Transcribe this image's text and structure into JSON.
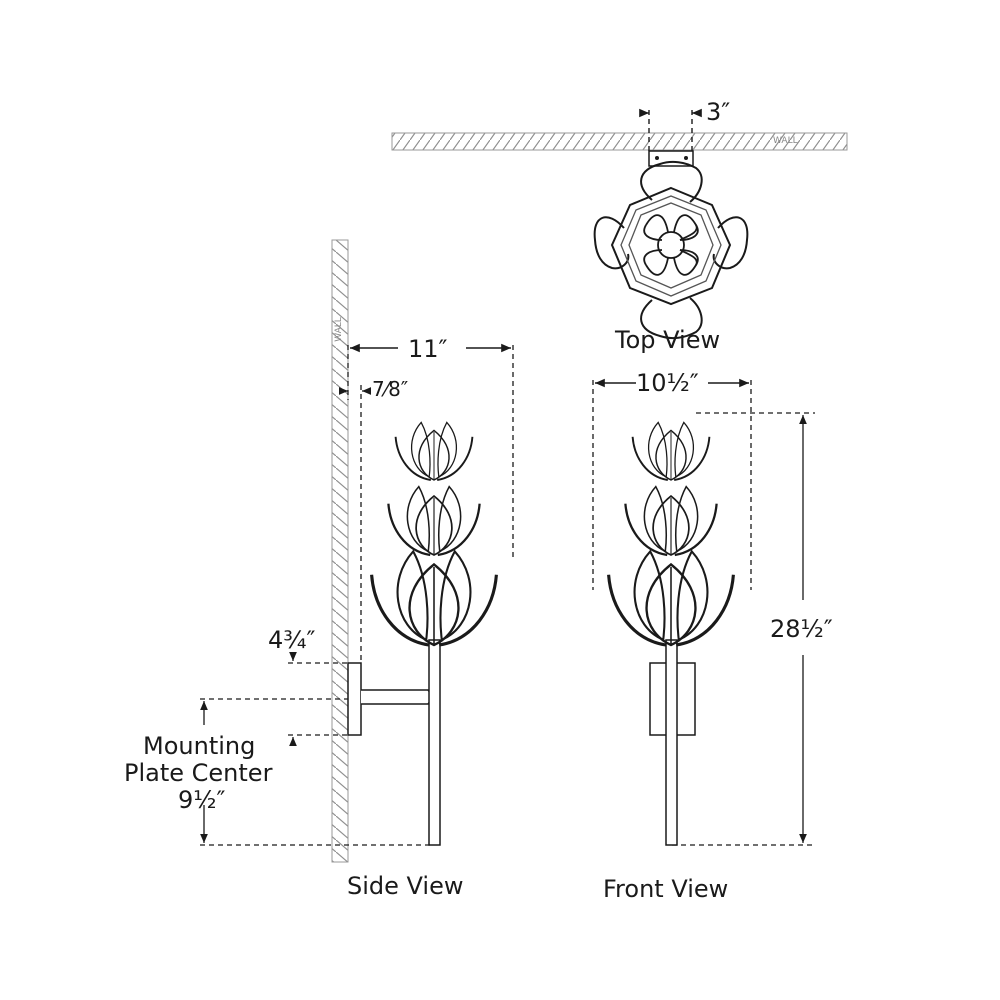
{
  "views": {
    "top": {
      "label": "Top View"
    },
    "side": {
      "label": "Side View"
    },
    "front": {
      "label": "Front View"
    }
  },
  "wall_label": "WALL",
  "dimensions": {
    "top_backplate_width": "3″",
    "side_extension": "11″",
    "side_backplate_offset": "7⁄8″",
    "backplate_height": "4¾″",
    "mounting_plate_center_label_1": "Mounting",
    "mounting_plate_center_label_2": "Plate Center",
    "mounting_plate_center_value": "9½″",
    "front_width": "10½″",
    "overall_height": "28½″"
  },
  "colors": {
    "line": "#1a1a1a",
    "hatch": "#9a9a9a",
    "background": "#ffffff"
  }
}
